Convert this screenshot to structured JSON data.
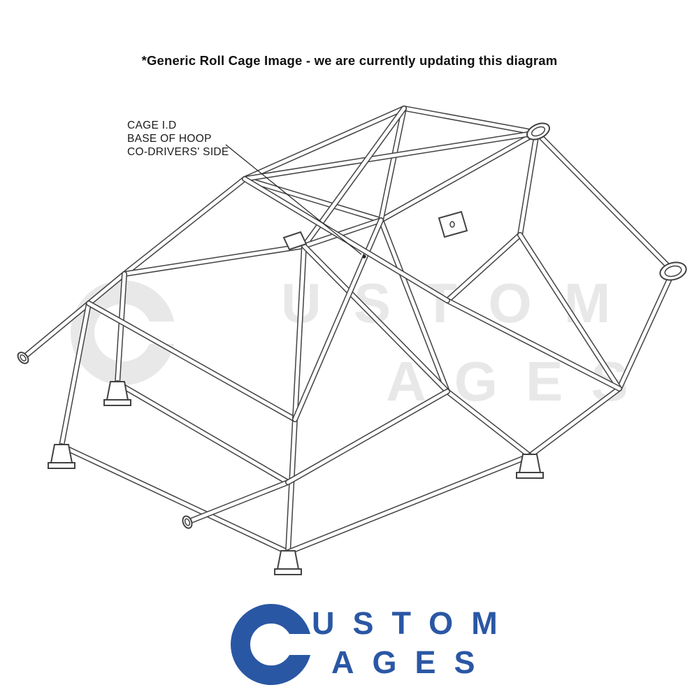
{
  "header": {
    "notice": "*Generic Roll Cage Image - we are currently updating this diagram"
  },
  "annotation": {
    "lines": [
      "CAGE I.D",
      "BASE OF HOOP",
      "CO-DRIVERS' SIDE"
    ]
  },
  "watermark": {
    "top": "USTOM",
    "bottom": "AGES"
  },
  "logo": {
    "top": "USTOM",
    "bottom": "AGES"
  },
  "colors": {
    "logo_blue": "#2a57a4",
    "watermark_gray": "#e8e8e8",
    "line_dark": "#424242"
  }
}
